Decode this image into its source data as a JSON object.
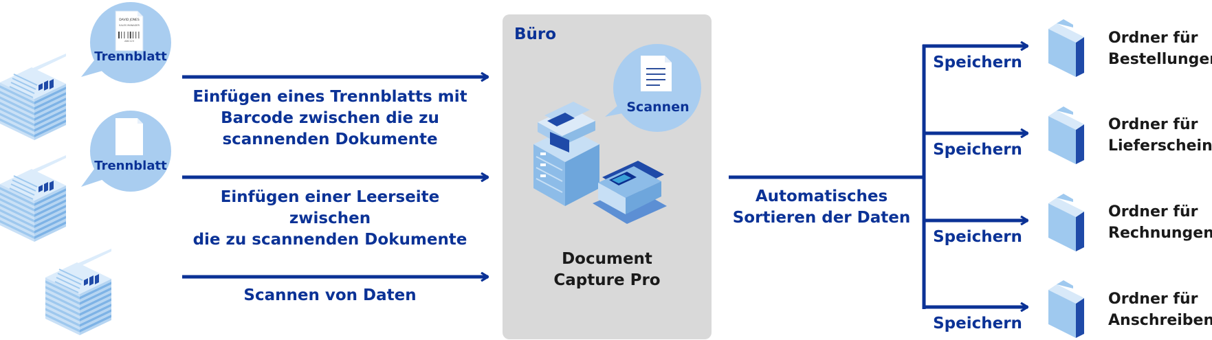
{
  "separators": [
    {
      "label": "Trennblatt",
      "barcode_text": [
        "DAVID JONES",
        "SALES MANAGER",
        "ABC123"
      ]
    },
    {
      "label": "Trennblatt"
    }
  ],
  "flows": [
    {
      "label": "Einfügen eines Trennblatts mit\nBarcode zwischen die zu\nscannenden Dokumente"
    },
    {
      "label": "Einfügen einer Leerseite zwischen\ndie zu scannenden Dokumente"
    },
    {
      "label": "Scannen von Daten"
    }
  ],
  "office": {
    "title": "Büro",
    "bubble_label": "Scannen",
    "software": "Document\nCapture Pro"
  },
  "sorting_label": "Automatisches\nSortieren der Daten",
  "outputs": [
    {
      "save_label": "Speichern",
      "folder_label": "Ordner für\nBestellungen"
    },
    {
      "save_label": "Speichern",
      "folder_label": "Ordner für\nLieferscheine"
    },
    {
      "save_label": "Speichern",
      "folder_label": "Ordner für\nRechnungen"
    },
    {
      "save_label": "Speichern",
      "folder_label": "Ordner für\nAnschreiben"
    }
  ],
  "colors": {
    "arrow": "#0b3296",
    "panel": "#d9d9d9",
    "bubble": "#a9cdf0",
    "doc_light": "#dcecfb",
    "doc_mid": "#9ec8ee",
    "doc_dark": "#1f4aa8",
    "folder": "#9fc9ef"
  }
}
